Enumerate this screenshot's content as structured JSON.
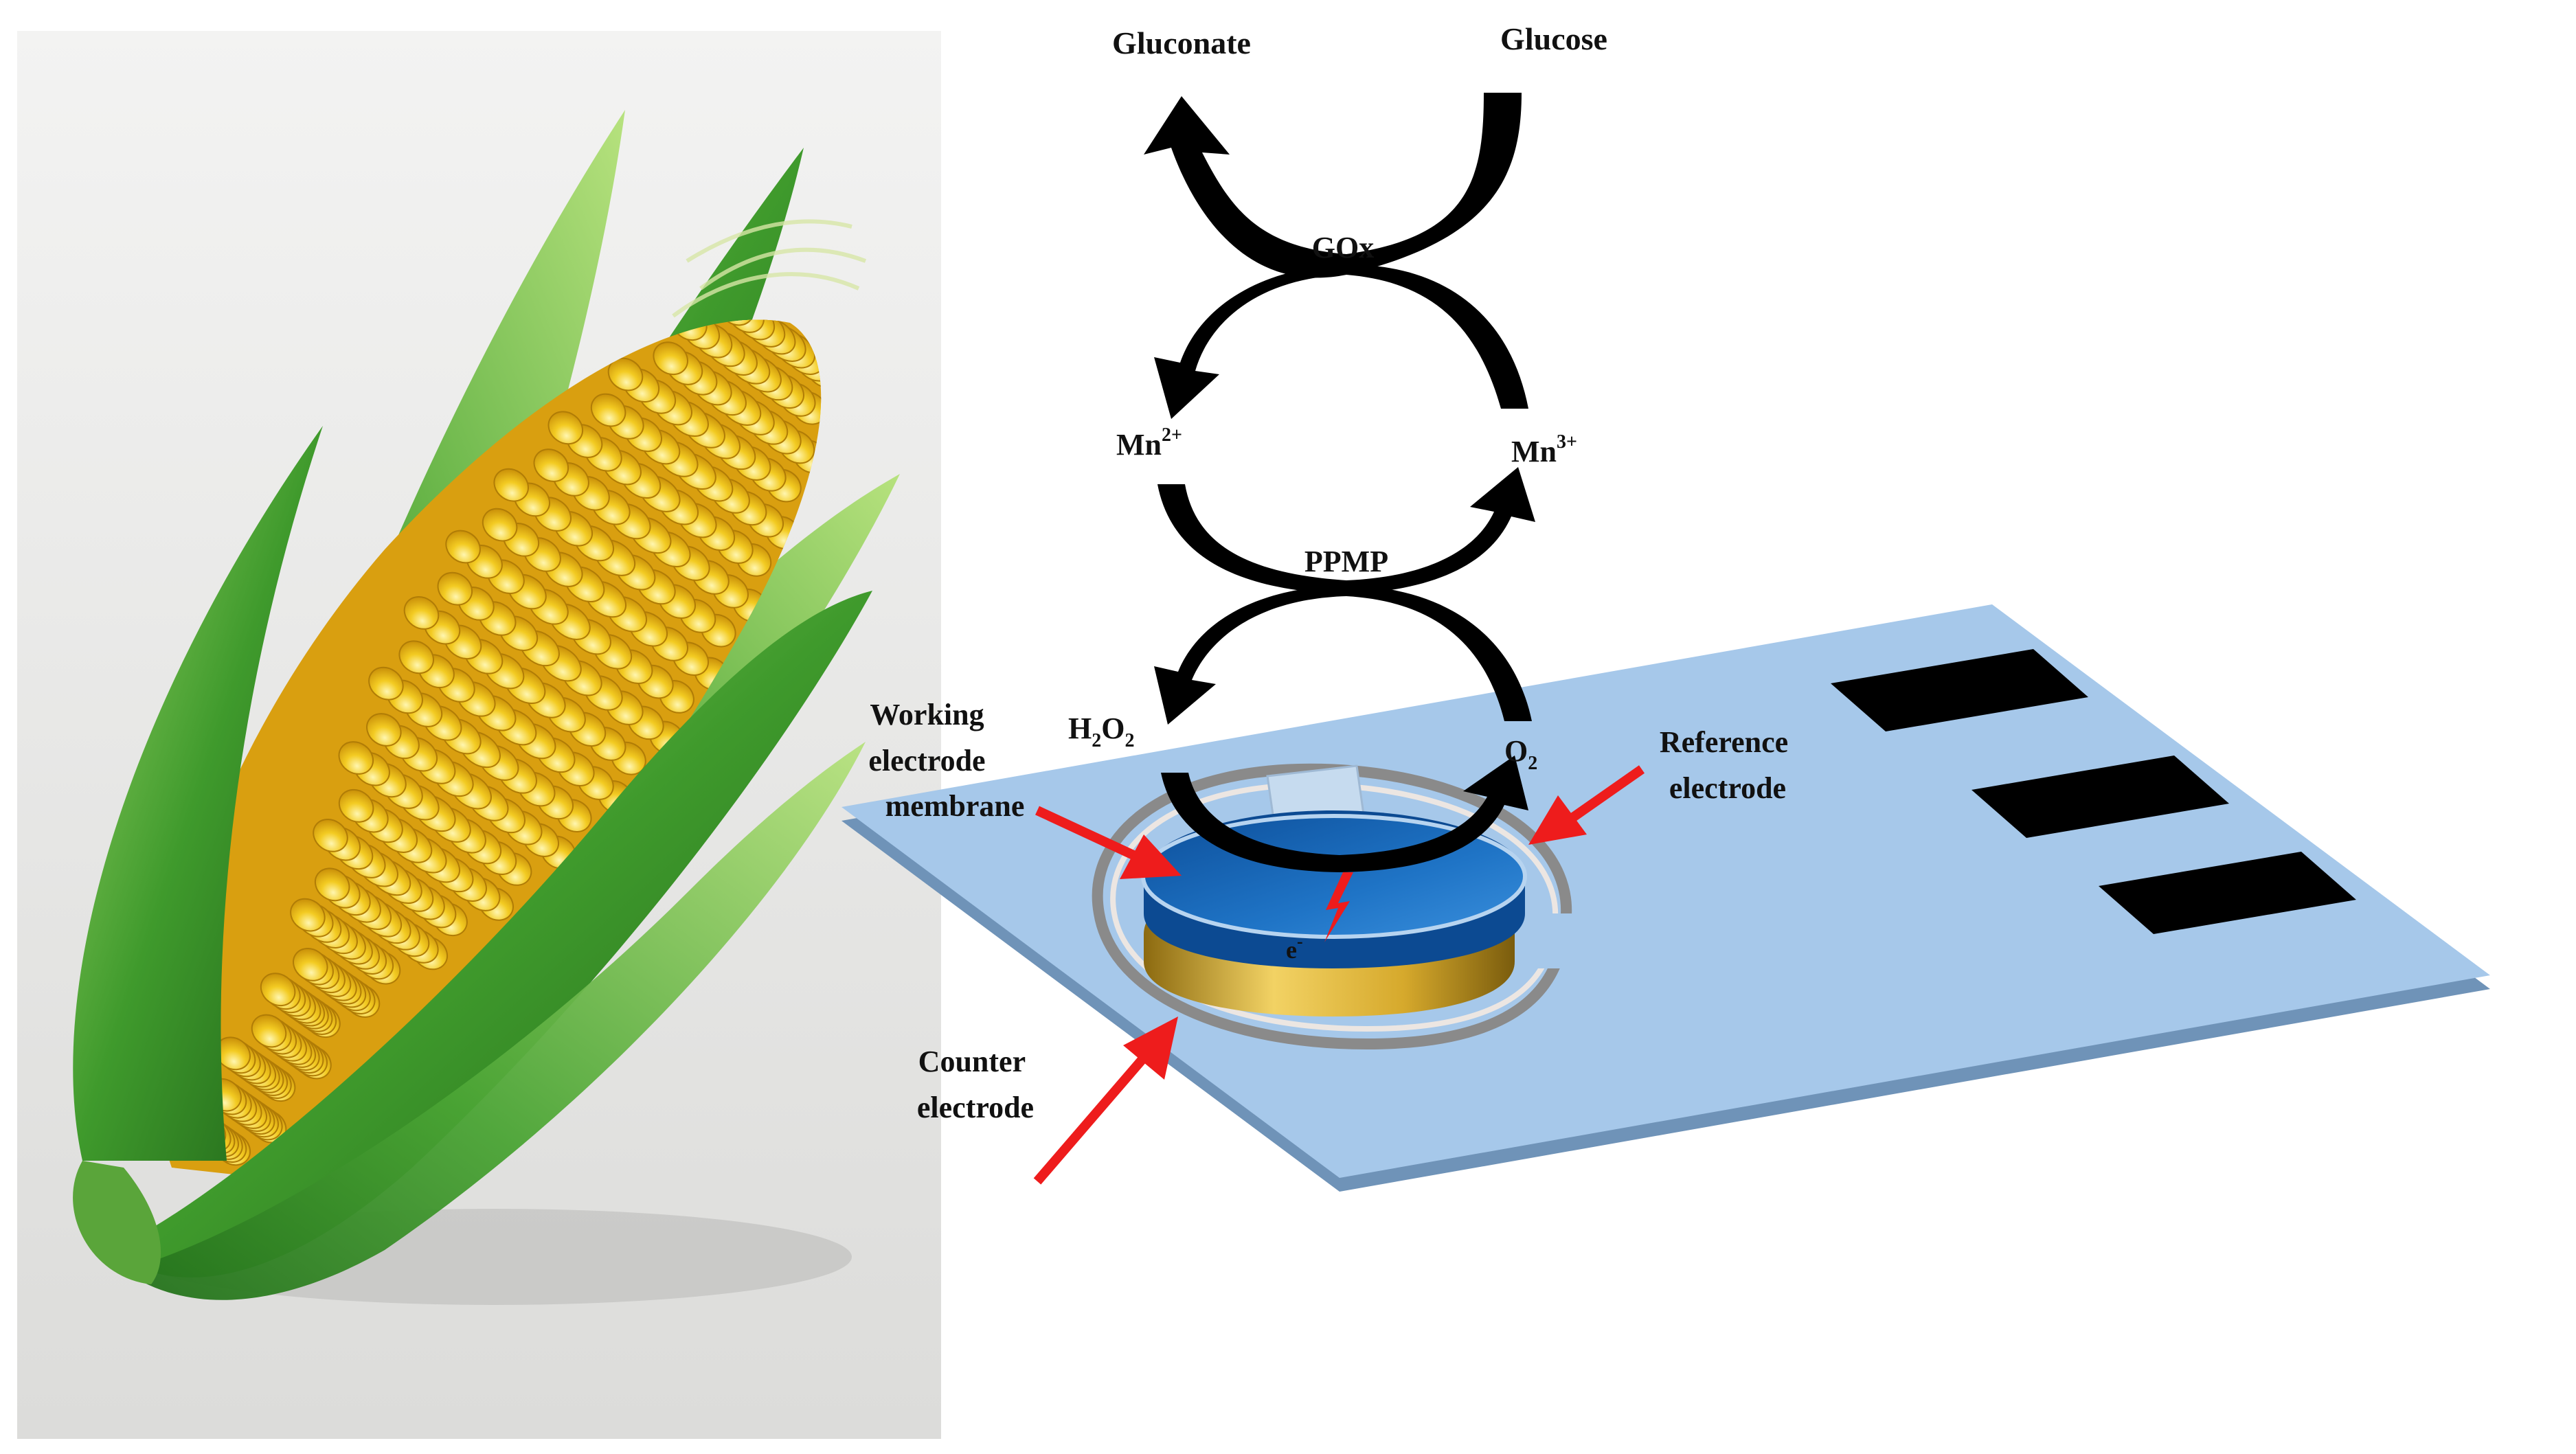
{
  "reaction_scheme": {
    "top_cycle": {
      "product": "Gluconate",
      "substrate": "Glucose",
      "enzyme": "GOx"
    },
    "middle_cycle": {
      "reduced": "Mn",
      "reduced_charge": "2+",
      "oxidized": "Mn",
      "oxidized_charge": "3+",
      "catalyst": "PPMP"
    },
    "bottom_cycle": {
      "peroxide_main": "H",
      "peroxide_sub1": "2",
      "peroxide_mid": "O",
      "peroxide_sub2": "2",
      "oxygen_main": "O",
      "oxygen_sub": "2",
      "electron": "e",
      "electron_charge": "-"
    }
  },
  "electrode_labels": {
    "working_line1": "Working",
    "working_line2": "electrode",
    "working_line3": "membrane",
    "reference_line1": "Reference",
    "reference_line2": "electrode",
    "counter_line1": "Counter",
    "counter_line2": "electrode"
  },
  "colors": {
    "strip": "#a6c8ea",
    "working_electrode": "#1f6fc0",
    "counter_electrode": "#d9b13a",
    "pointer_arrow": "#ee1c1c",
    "corn_husk": "#3f9a2c",
    "corn_kernel": "#f1c61d"
  },
  "icons": [
    "corn-cob-illustration",
    "sensor-strip-illustration"
  ]
}
